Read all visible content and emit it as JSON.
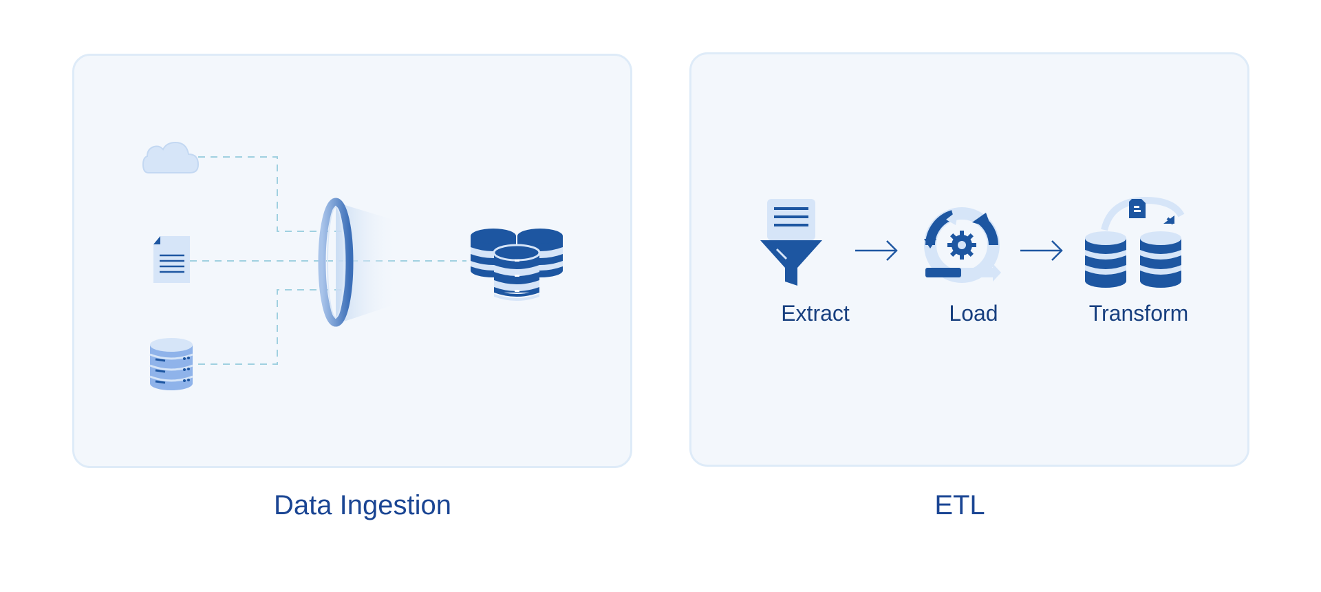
{
  "ingestion": {
    "title": "Data Ingestion",
    "sources": [
      "cloud-icon",
      "document-icon",
      "database-icon"
    ],
    "target": "database-stack-icon"
  },
  "etl": {
    "title": "ETL",
    "steps": [
      {
        "label": "Extract",
        "icon": "funnel-icon"
      },
      {
        "label": "Load",
        "icon": "gear-cycle-icon"
      },
      {
        "label": "Transform",
        "icon": "database-transfer-icon"
      }
    ]
  },
  "colors": {
    "panel_bg": "#f3f7fc",
    "panel_border": "#deebf8",
    "dark_blue": "#1d56a1",
    "light_blue": "#d6e5f8",
    "mid_blue": "#8fb3ea",
    "connector": "#9fd0e0",
    "caption": "#1a4593"
  }
}
